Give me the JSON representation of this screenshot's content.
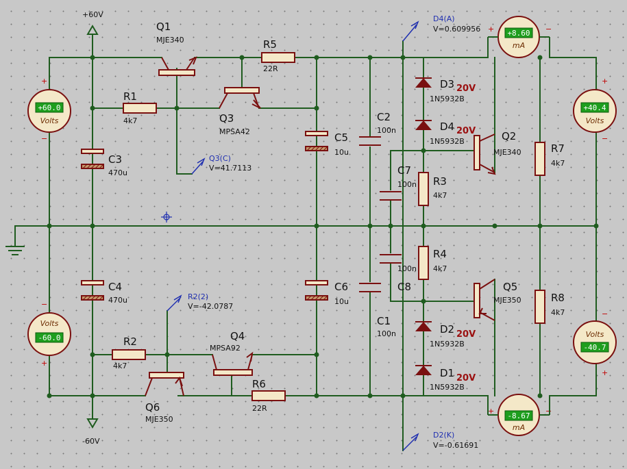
{
  "rails": {
    "pos": "+60V",
    "neg": "-60V"
  },
  "transistors": {
    "q1": {
      "ref": "Q1",
      "part": "MJE340"
    },
    "q2": {
      "ref": "Q2",
      "part": "MJE340"
    },
    "q3": {
      "ref": "Q3",
      "part": "MPSA42"
    },
    "q4": {
      "ref": "Q4",
      "part": "MPSA92"
    },
    "q5": {
      "ref": "Q5",
      "part": "MJE350"
    },
    "q6": {
      "ref": "Q6",
      "part": "MJE350"
    }
  },
  "resistors": {
    "r1": {
      "ref": "R1",
      "value": "4k7"
    },
    "r2": {
      "ref": "R2",
      "value": "4k7"
    },
    "r3": {
      "ref": "R3",
      "value": "4k7"
    },
    "r4": {
      "ref": "R4",
      "value": "4k7"
    },
    "r5": {
      "ref": "R5",
      "value": "22R"
    },
    "r6": {
      "ref": "R6",
      "value": "22R"
    },
    "r7": {
      "ref": "R7",
      "value": "4k7"
    },
    "r8": {
      "ref": "R8",
      "value": "4k7"
    }
  },
  "capacitors": {
    "c1": {
      "ref": "C1",
      "value": "100n"
    },
    "c2": {
      "ref": "C2",
      "value": "100n"
    },
    "c3": {
      "ref": "C3",
      "value": "470u"
    },
    "c4": {
      "ref": "C4",
      "value": "470u"
    },
    "c5": {
      "ref": "C5",
      "value": "10u"
    },
    "c6": {
      "ref": "C6",
      "value": "10u"
    },
    "c7": {
      "ref": "C7",
      "value": "100n"
    },
    "c8": {
      "ref": "C8",
      "value": "100n"
    }
  },
  "diodes": {
    "d1": {
      "ref": "D1",
      "voltage": "20V",
      "part": "1N5932B"
    },
    "d2": {
      "ref": "D2",
      "voltage": "20V",
      "part": "1N5932B"
    },
    "d3": {
      "ref": "D3",
      "voltage": "20V",
      "part": "1N5932B"
    },
    "d4": {
      "ref": "D4",
      "voltage": "20V",
      "part": "1N5932B"
    }
  },
  "probes": {
    "q3c": {
      "name": "Q3(C)",
      "reading": "V=41.7113"
    },
    "r2": {
      "name": "R2(2)",
      "reading": "V=-42.0787"
    },
    "d4a": {
      "name": "D4(A)",
      "reading": "V=0.609956"
    },
    "d2k": {
      "name": "D2(K)",
      "reading": "V=-0.61691"
    }
  },
  "meters": {
    "v_left_top": {
      "display": "+60.0",
      "unit": "Volts"
    },
    "v_left_bottom": {
      "display": "-60.0",
      "unit": "Volts"
    },
    "v_right_top": {
      "display": "+40.4",
      "unit": "Volts"
    },
    "v_right_bottom": {
      "display": "-40.7",
      "unit": "Volts"
    },
    "a_top": {
      "display": "+8.60",
      "unit": "mA"
    },
    "a_bottom": {
      "display": "-8.67",
      "unit": "mA"
    }
  },
  "colors": {
    "wire": "#1f5c1f",
    "component": "#7a1010",
    "body": "#f4e8c8",
    "lcd": "#1e9e1e",
    "probe": "#1f2fb0"
  }
}
